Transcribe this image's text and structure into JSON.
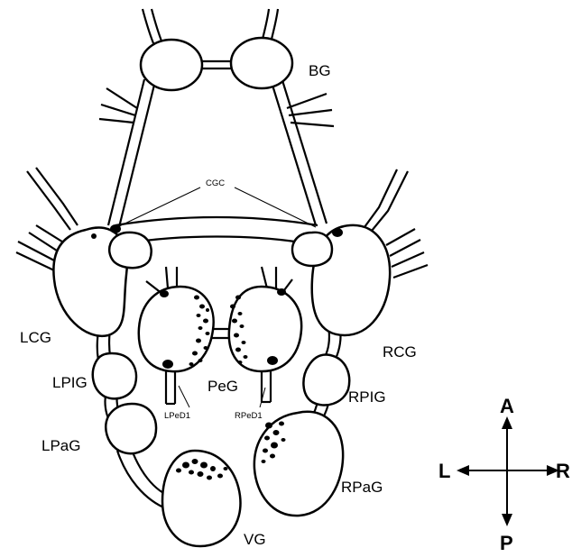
{
  "labels": {
    "bg": "BG",
    "cgc": "CGC",
    "lcg": "LCG",
    "rcg": "RCG",
    "lpig": "LPIG",
    "rpig": "RPIG",
    "peg": "PeG",
    "lped1": "LPeD1",
    "rped1": "RPeD1",
    "lpag": "LPaG",
    "rpag": "RPaG",
    "vg": "VG"
  },
  "compass": {
    "anterior": "A",
    "posterior": "P",
    "left": "L",
    "right": "R"
  },
  "colors": {
    "ink": "#000000",
    "background": "#ffffff"
  }
}
